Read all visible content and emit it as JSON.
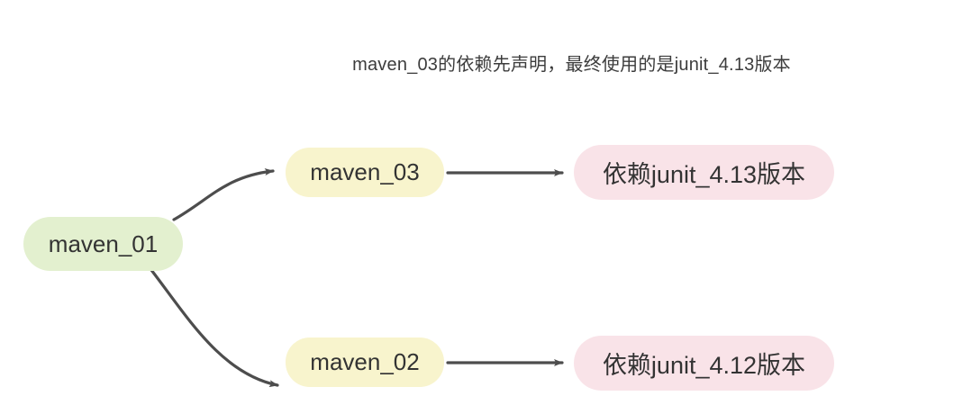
{
  "diagram": {
    "type": "flowchart",
    "title": "maven_03的依赖先声明，最终使用的是junit_4.13版本",
    "colors": {
      "background": "#ffffff",
      "node_green": "#e3f0cf",
      "node_yellow": "#f8f4cd",
      "node_pink": "#f9e3e8",
      "edge_stroke": "#4d4d4d",
      "node_text": "#333333",
      "title_text": "#3c3c3c"
    },
    "nodes": [
      {
        "id": "maven_01",
        "label": "maven_01",
        "shape": "rounded-rect",
        "fill": "#e3f0cf"
      },
      {
        "id": "maven_03",
        "label": "maven_03",
        "shape": "rounded-rect",
        "fill": "#f8f4cd"
      },
      {
        "id": "maven_02",
        "label": "maven_02",
        "shape": "rounded-rect",
        "fill": "#f8f4cd"
      },
      {
        "id": "junit_413",
        "label": "依赖junit_4.13版本",
        "shape": "rounded-rect",
        "fill": "#f9e3e8"
      },
      {
        "id": "junit_412",
        "label": "依赖junit_4.12版本",
        "shape": "rounded-rect",
        "fill": "#f9e3e8"
      }
    ],
    "edges": [
      {
        "id": "e1",
        "from": "maven_01",
        "to": "maven_03",
        "style": "curved",
        "arrow": "triangle",
        "label": ""
      },
      {
        "id": "e2",
        "from": "maven_01",
        "to": "maven_02",
        "style": "curved",
        "arrow": "triangle",
        "label": ""
      },
      {
        "id": "e3",
        "from": "maven_03",
        "to": "junit_413",
        "style": "straight",
        "arrow": "triangle",
        "label": ""
      },
      {
        "id": "e4",
        "from": "maven_02",
        "to": "junit_412",
        "style": "straight",
        "arrow": "triangle",
        "label": ""
      }
    ]
  }
}
